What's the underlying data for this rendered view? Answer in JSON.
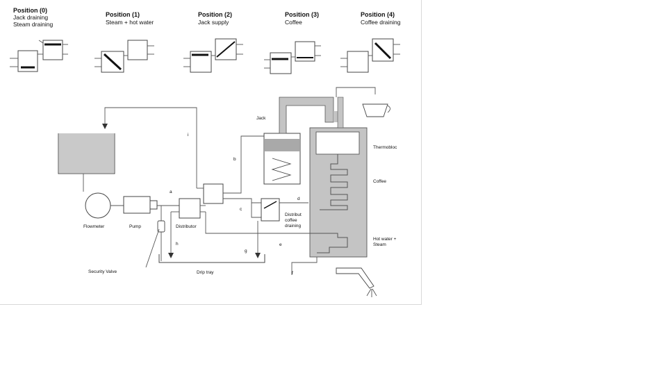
{
  "positions": [
    {
      "title": "Position (0)",
      "desc1": "Jack draining",
      "desc2": "Steam draining"
    },
    {
      "title": "Position (1)",
      "desc1": "Steam + hot water",
      "desc2": ""
    },
    {
      "title": "Position (2)",
      "desc1": "Jack supply",
      "desc2": ""
    },
    {
      "title": "Position (3)",
      "desc1": "Coffee",
      "desc2": ""
    },
    {
      "title": "Position (4)",
      "desc1": "Coffee draining",
      "desc2": ""
    }
  ],
  "components": {
    "jack": "Jack",
    "thermobloc": "Thermobloc",
    "coffee": "Coffee",
    "hot_water_1": "Hot water +",
    "hot_water_2": "Steam",
    "flowmeter": "Flowmeter",
    "pump": "Pump",
    "distributor": "Distributor",
    "distrib_1": "Distribut",
    "distrib_2": "coffee",
    "distrib_3": "draining",
    "security_valve": "Security Valve",
    "drip_tray": "Drip tray"
  },
  "pipe_labels": {
    "a": "a",
    "b": "b",
    "c": "c",
    "d": "d",
    "e": "e",
    "f": "f",
    "g": "g",
    "h": "h",
    "i": "i"
  },
  "colors": {
    "shade": "#c4c4c4",
    "shade_dark": "#a9a9a9",
    "line": "#555555"
  }
}
